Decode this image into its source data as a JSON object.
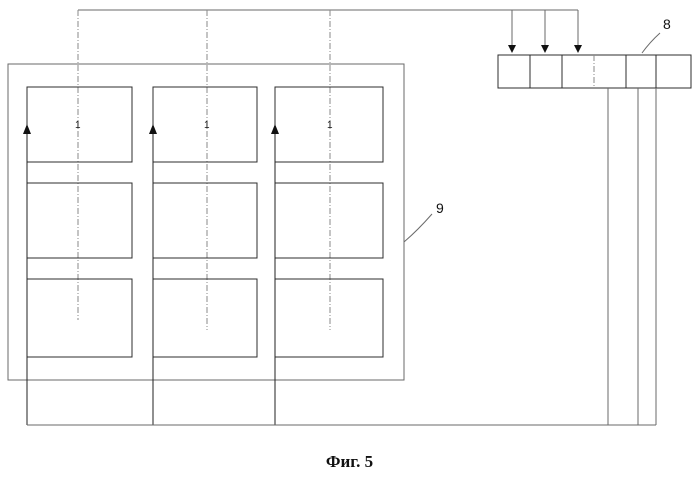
{
  "figure": {
    "caption": "Фиг. 5",
    "labels": {
      "connector": "8",
      "panel": "9"
    },
    "cell_marks": [
      "1",
      "1",
      "1"
    ]
  },
  "colors": {
    "ink": "#222222",
    "frame": "#6a6a6a",
    "background": "#ffffff"
  }
}
